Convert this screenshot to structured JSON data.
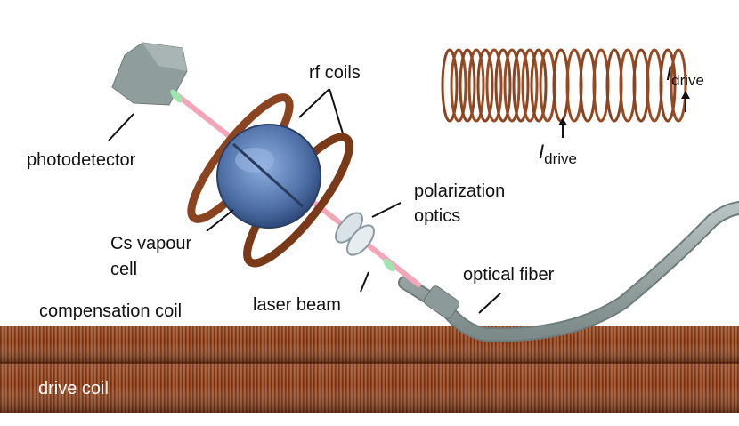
{
  "labels": {
    "rf_coils": "rf coils",
    "photodetector": "photodetector",
    "polarization_optics_line1": "polarization",
    "polarization_optics_line2": "optics",
    "cs_vapour_cell_line1": "Cs vapour",
    "cs_vapour_cell_line2": "cell",
    "laser_beam": "laser beam",
    "optical_fiber": "optical fiber",
    "compensation_coil": "compensation coil",
    "drive_coil": "drive coil",
    "current_symbol": "I",
    "current_subscript": "drive"
  },
  "colors": {
    "coil_copper": "#9a4a22",
    "coil_dark": "#5a2a12",
    "laser": "#f4a6b8",
    "cell_glass": "#6f8fc4",
    "fiber": "#8c9a9a",
    "detector": "#8f9d9d",
    "lens_green": "#9ee6b0"
  }
}
